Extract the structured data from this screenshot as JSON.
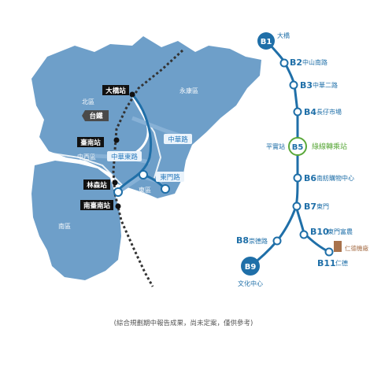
{
  "map": {
    "districts": {
      "north": "北區",
      "yongkang": "永康區",
      "west_central": "中西區",
      "east": "東區",
      "south": "南區"
    },
    "rail_stations": {
      "daqiao": "大橋站",
      "tainan": "臺南站",
      "linsen": "林森站",
      "south_tainan": "南臺南站"
    },
    "landmark": "台鐵",
    "roads": {
      "zhonghua": "中華路",
      "zhonghua_east": "中華東路",
      "dongmen": "東門路"
    }
  },
  "line": {
    "stations": [
      {
        "code": "B1",
        "name": "大橋"
      },
      {
        "code": "B2",
        "name": "中山南路"
      },
      {
        "code": "B3",
        "name": "中華二路"
      },
      {
        "code": "B4",
        "name": "長仔市場"
      },
      {
        "code": "B5",
        "name_left": "平實站",
        "name_right": "綠線轉乘站"
      },
      {
        "code": "B6",
        "name": "南紡購物中心"
      },
      {
        "code": "B7",
        "name": "東門"
      },
      {
        "code": "B8",
        "name": "崇德路"
      },
      {
        "code": "B9",
        "name": "文化中心"
      },
      {
        "code": "B10",
        "name": "東門富農"
      },
      {
        "code": "B11",
        "name": "仁德"
      }
    ],
    "depot": "仁德機廠"
  },
  "footer": "(綜合規劃期中報告成果，尚未定案，僅供參考)",
  "colors": {
    "map_fill": "#6e9fc9",
    "map_fill_light": "#87b1d6",
    "line": "#1f6fa8",
    "green_line": "#5aa83a",
    "depot": "#a8724c"
  }
}
